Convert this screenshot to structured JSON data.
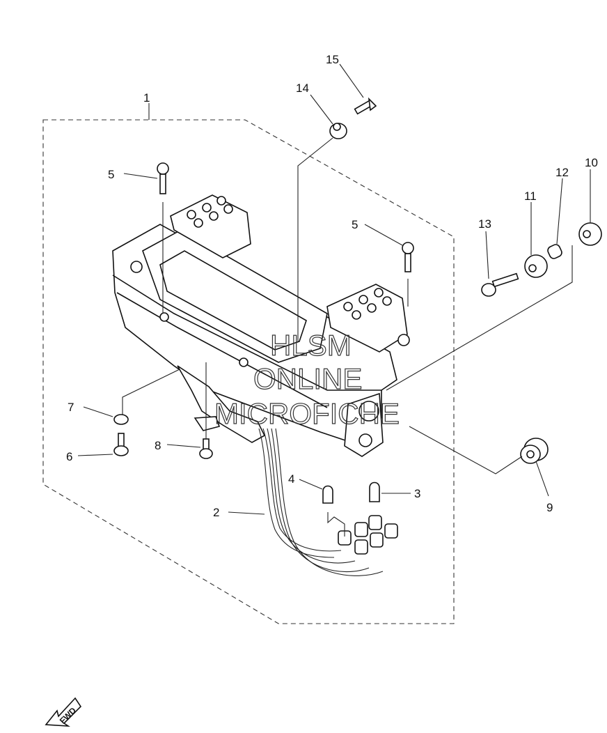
{
  "diagram": {
    "callouts": [
      {
        "id": "c1",
        "label": "1"
      },
      {
        "id": "c2",
        "label": "2"
      },
      {
        "id": "c3",
        "label": "3"
      },
      {
        "id": "c4",
        "label": "4"
      },
      {
        "id": "c5a",
        "label": "5"
      },
      {
        "id": "c5b",
        "label": "5"
      },
      {
        "id": "c6",
        "label": "6"
      },
      {
        "id": "c7",
        "label": "7"
      },
      {
        "id": "c8",
        "label": "8"
      },
      {
        "id": "c9",
        "label": "9"
      },
      {
        "id": "c10",
        "label": "10"
      },
      {
        "id": "c11",
        "label": "11"
      },
      {
        "id": "c12",
        "label": "12"
      },
      {
        "id": "c13",
        "label": "13"
      },
      {
        "id": "c14",
        "label": "14"
      },
      {
        "id": "c15",
        "label": "15"
      }
    ],
    "watermark": {
      "line1": "HLSM",
      "line2": "ONLINE",
      "line3": "MICROFICHE"
    },
    "fwd_label": "FWD"
  }
}
